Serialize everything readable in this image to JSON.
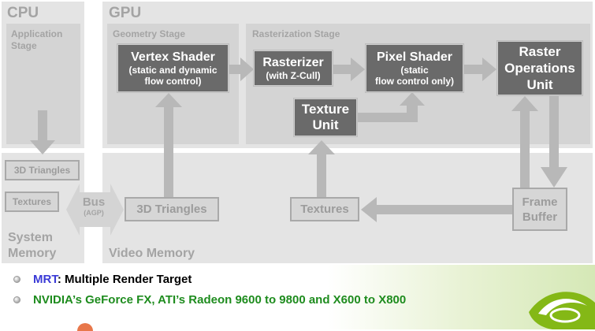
{
  "cpu": {
    "title": "CPU",
    "application_stage": [
      "Application",
      "Stage"
    ],
    "triangles": "3D Triangles",
    "textures": "Textures",
    "system_memory": [
      "System",
      "Memory"
    ]
  },
  "bus": {
    "label": "Bus",
    "sub": "(AGP)"
  },
  "gpu": {
    "title": "GPU",
    "geometry_stage": "Geometry Stage",
    "rasterization_stage": "Rasterization Stage",
    "vertex_shader": {
      "title": "Vertex Shader",
      "sub": [
        "(static and dynamic",
        "flow control)"
      ]
    },
    "rasterizer": {
      "title": "Rasterizer",
      "sub": "(with Z-Cull)"
    },
    "pixel_shader": {
      "title": "Pixel Shader",
      "sub": [
        "(static",
        "flow control only)"
      ]
    },
    "raster_ops": [
      "Raster",
      "Operations",
      "Unit"
    ],
    "texture_unit": [
      "Texture",
      "Unit"
    ],
    "video_memory": "Video Memory",
    "vm_triangles": "3D Triangles",
    "vm_textures": "Textures",
    "frame_buffer": [
      "Frame",
      "Buffer"
    ]
  },
  "bullets": [
    {
      "prefix": "MRT",
      "rest": ": Multiple Render Target"
    },
    {
      "text": "NVIDIA’s GeForce FX, ATI’s Radeon 9600 to 9800 and X600 to X800"
    }
  ],
  "colors": {
    "panel": "#e4e4e4",
    "dark_box": "#6a6a6a",
    "arrow": "#b8b8b8",
    "mrt_blue": "#3a3ad6",
    "green_text": "#1e8c1e",
    "logo_green": "#84b816"
  },
  "icons": [
    "bullet-circle-icon",
    "nvidia-logo-icon"
  ]
}
